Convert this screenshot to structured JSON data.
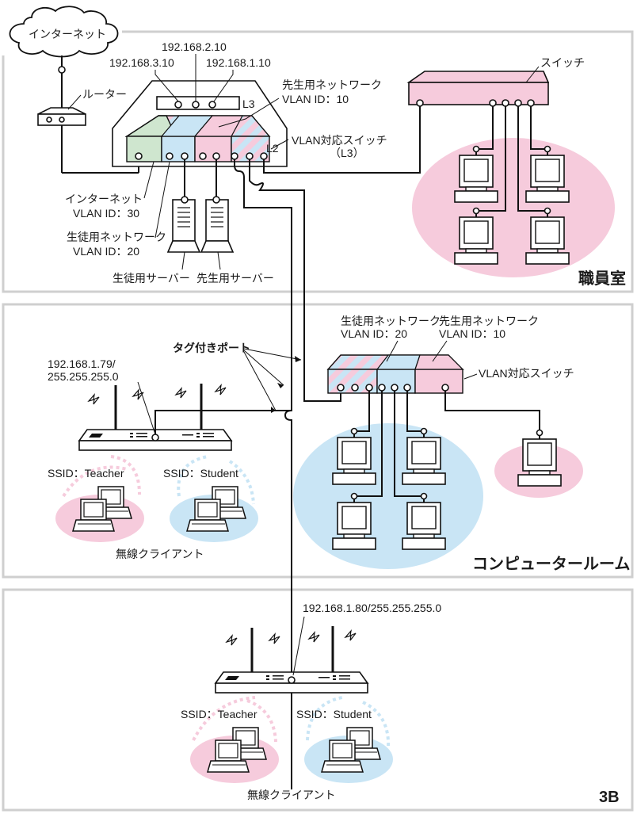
{
  "labels": {
    "internet_cloud": "インターネット",
    "router": "ルーター",
    "ip_2_10": "192.168.2.10",
    "ip_3_10": "192.168.3.10",
    "ip_1_10": "192.168.1.10",
    "l3": "L3",
    "l2": "L2",
    "teacher_net_1": "先生用ネットワーク",
    "teacher_vlan_1": "VLAN ID：10",
    "vlan_switch_l3_1": "VLAN対応スイッチ",
    "vlan_switch_l3_2": "（L3）",
    "switch": "スイッチ",
    "internet_vlan_1": "インターネット",
    "internet_vlan_2": "VLAN ID：30",
    "student_net_1": "生徒用ネットワーク",
    "student_net_2": "VLAN ID：20",
    "student_server": "生徒用サーバー",
    "teacher_server": "先生用サーバー",
    "staff_room": "職員室",
    "tagged_port": "タグ付きポート",
    "ap1_ip_1": "192.168.1.79/",
    "ap1_ip_2": "255.255.255.0",
    "student_net_b1": "生徒用ネットワーク",
    "student_net_b2": "VLAN ID：20",
    "teacher_net_b1": "先生用ネットワーク",
    "teacher_net_b2": "VLAN ID：10",
    "vlan_switch_b": "VLAN対応スイッチ",
    "ssid_teacher_1": "SSID：Teacher",
    "ssid_student_1": "SSID：Student",
    "wireless_clients_1": "無線クライアント",
    "computer_room": "コンピュータールーム",
    "ap2_ip": "192.168.1.80/255.255.255.0",
    "ssid_teacher_2": "SSID：Teacher",
    "ssid_student_2": "SSID：Student",
    "wireless_clients_2": "無線クライアント",
    "page_tag": "3B"
  },
  "colors": {
    "pink": "#f6cbdc",
    "blue": "#c9e5f5",
    "green": "#cfe6cf",
    "panel_border": "#cfcfcf",
    "line": "#111111"
  }
}
